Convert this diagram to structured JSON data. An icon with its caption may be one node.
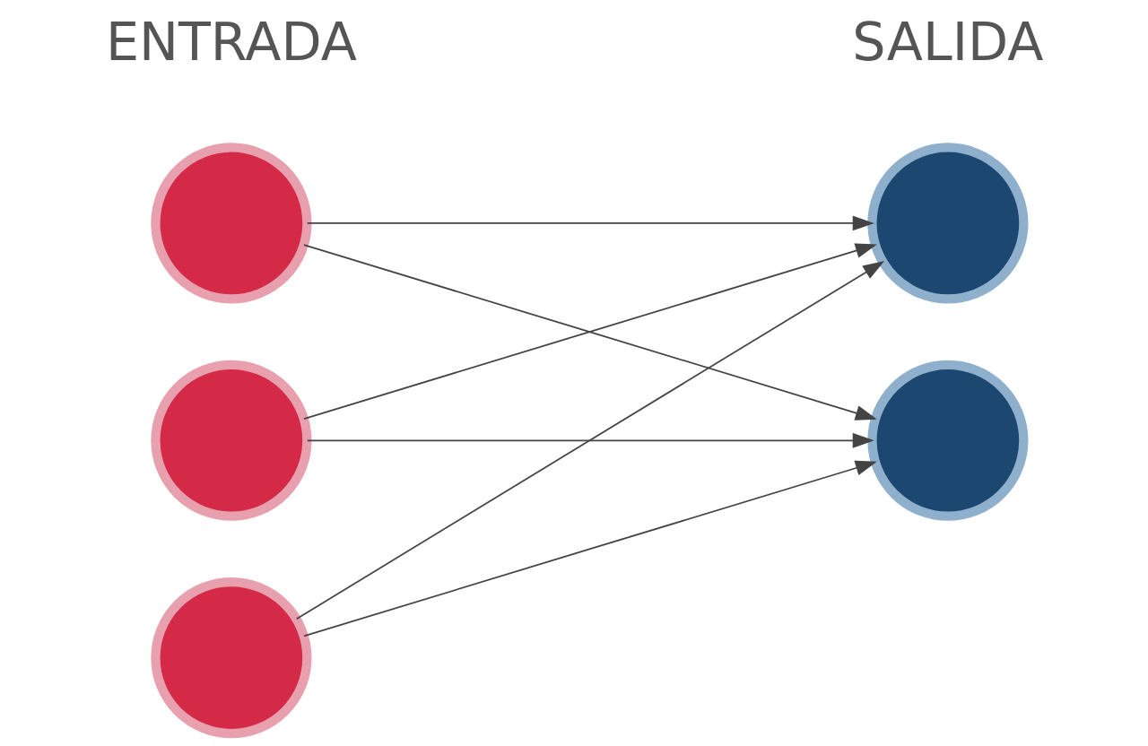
{
  "diagram": {
    "nodes": [
      {
        "text": [],
        "shape": "circle"
      },
      {
        "text": [],
        "shape": "circle"
      },
      {
        "text": [],
        "shape": "circle"
      },
      {
        "text": [],
        "shape": "circle"
      },
      {
        "text": [],
        "shape": "circle"
      }
    ],
    "edges": [
      {
        "from": 0,
        "to": 3,
        "arrow": "to"
      },
      {
        "from": 0,
        "to": 4,
        "arrow": "to"
      },
      {
        "from": 1,
        "to": 3,
        "arrow": "to"
      },
      {
        "from": 1,
        "to": 4,
        "arrow": "to"
      },
      {
        "from": 2,
        "to": 3,
        "arrow": "to"
      },
      {
        "from": 2,
        "to": 4,
        "arrow": "to"
      }
    ],
    "labels": [
      "ENTRADA",
      "SALIDA"
    ]
  }
}
